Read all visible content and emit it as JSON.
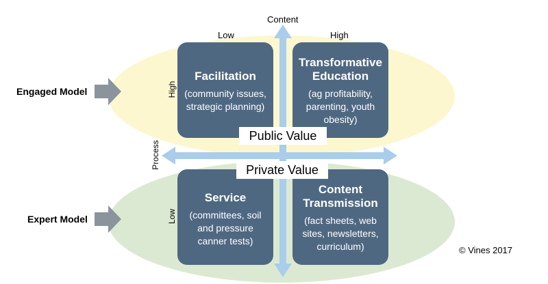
{
  "axes": {
    "vertical_label": "Content",
    "horizontal_label": "Process",
    "content_low": "Low",
    "content_high": "High",
    "process_high": "High",
    "process_low": "Low"
  },
  "quadrants": {
    "top_left": {
      "title": "Facilitation",
      "subtitle": "(community issues, strategic planning)"
    },
    "top_right": {
      "title": "Transformative Education",
      "subtitle": "(ag profitability, parenting, youth obesity)"
    },
    "bottom_left": {
      "title": "Service",
      "subtitle": "(committees, soil and pressure canner tests)"
    },
    "bottom_right": {
      "title": "Content Transmission",
      "subtitle": "(fact sheets, web sites, newsletters, curriculum)"
    }
  },
  "values": {
    "public": "Public Value",
    "private": "Private Value"
  },
  "models": {
    "engaged": "Engaged Model",
    "expert": "Expert Model"
  },
  "copyright": "© Vines 2017",
  "colors": {
    "box": "#4f6882",
    "arrow": "#a9cdeb",
    "engaged_ellipse": "#fdf7cf",
    "expert_ellipse": "#dce9d2",
    "model_arrow": "#8b949d"
  }
}
